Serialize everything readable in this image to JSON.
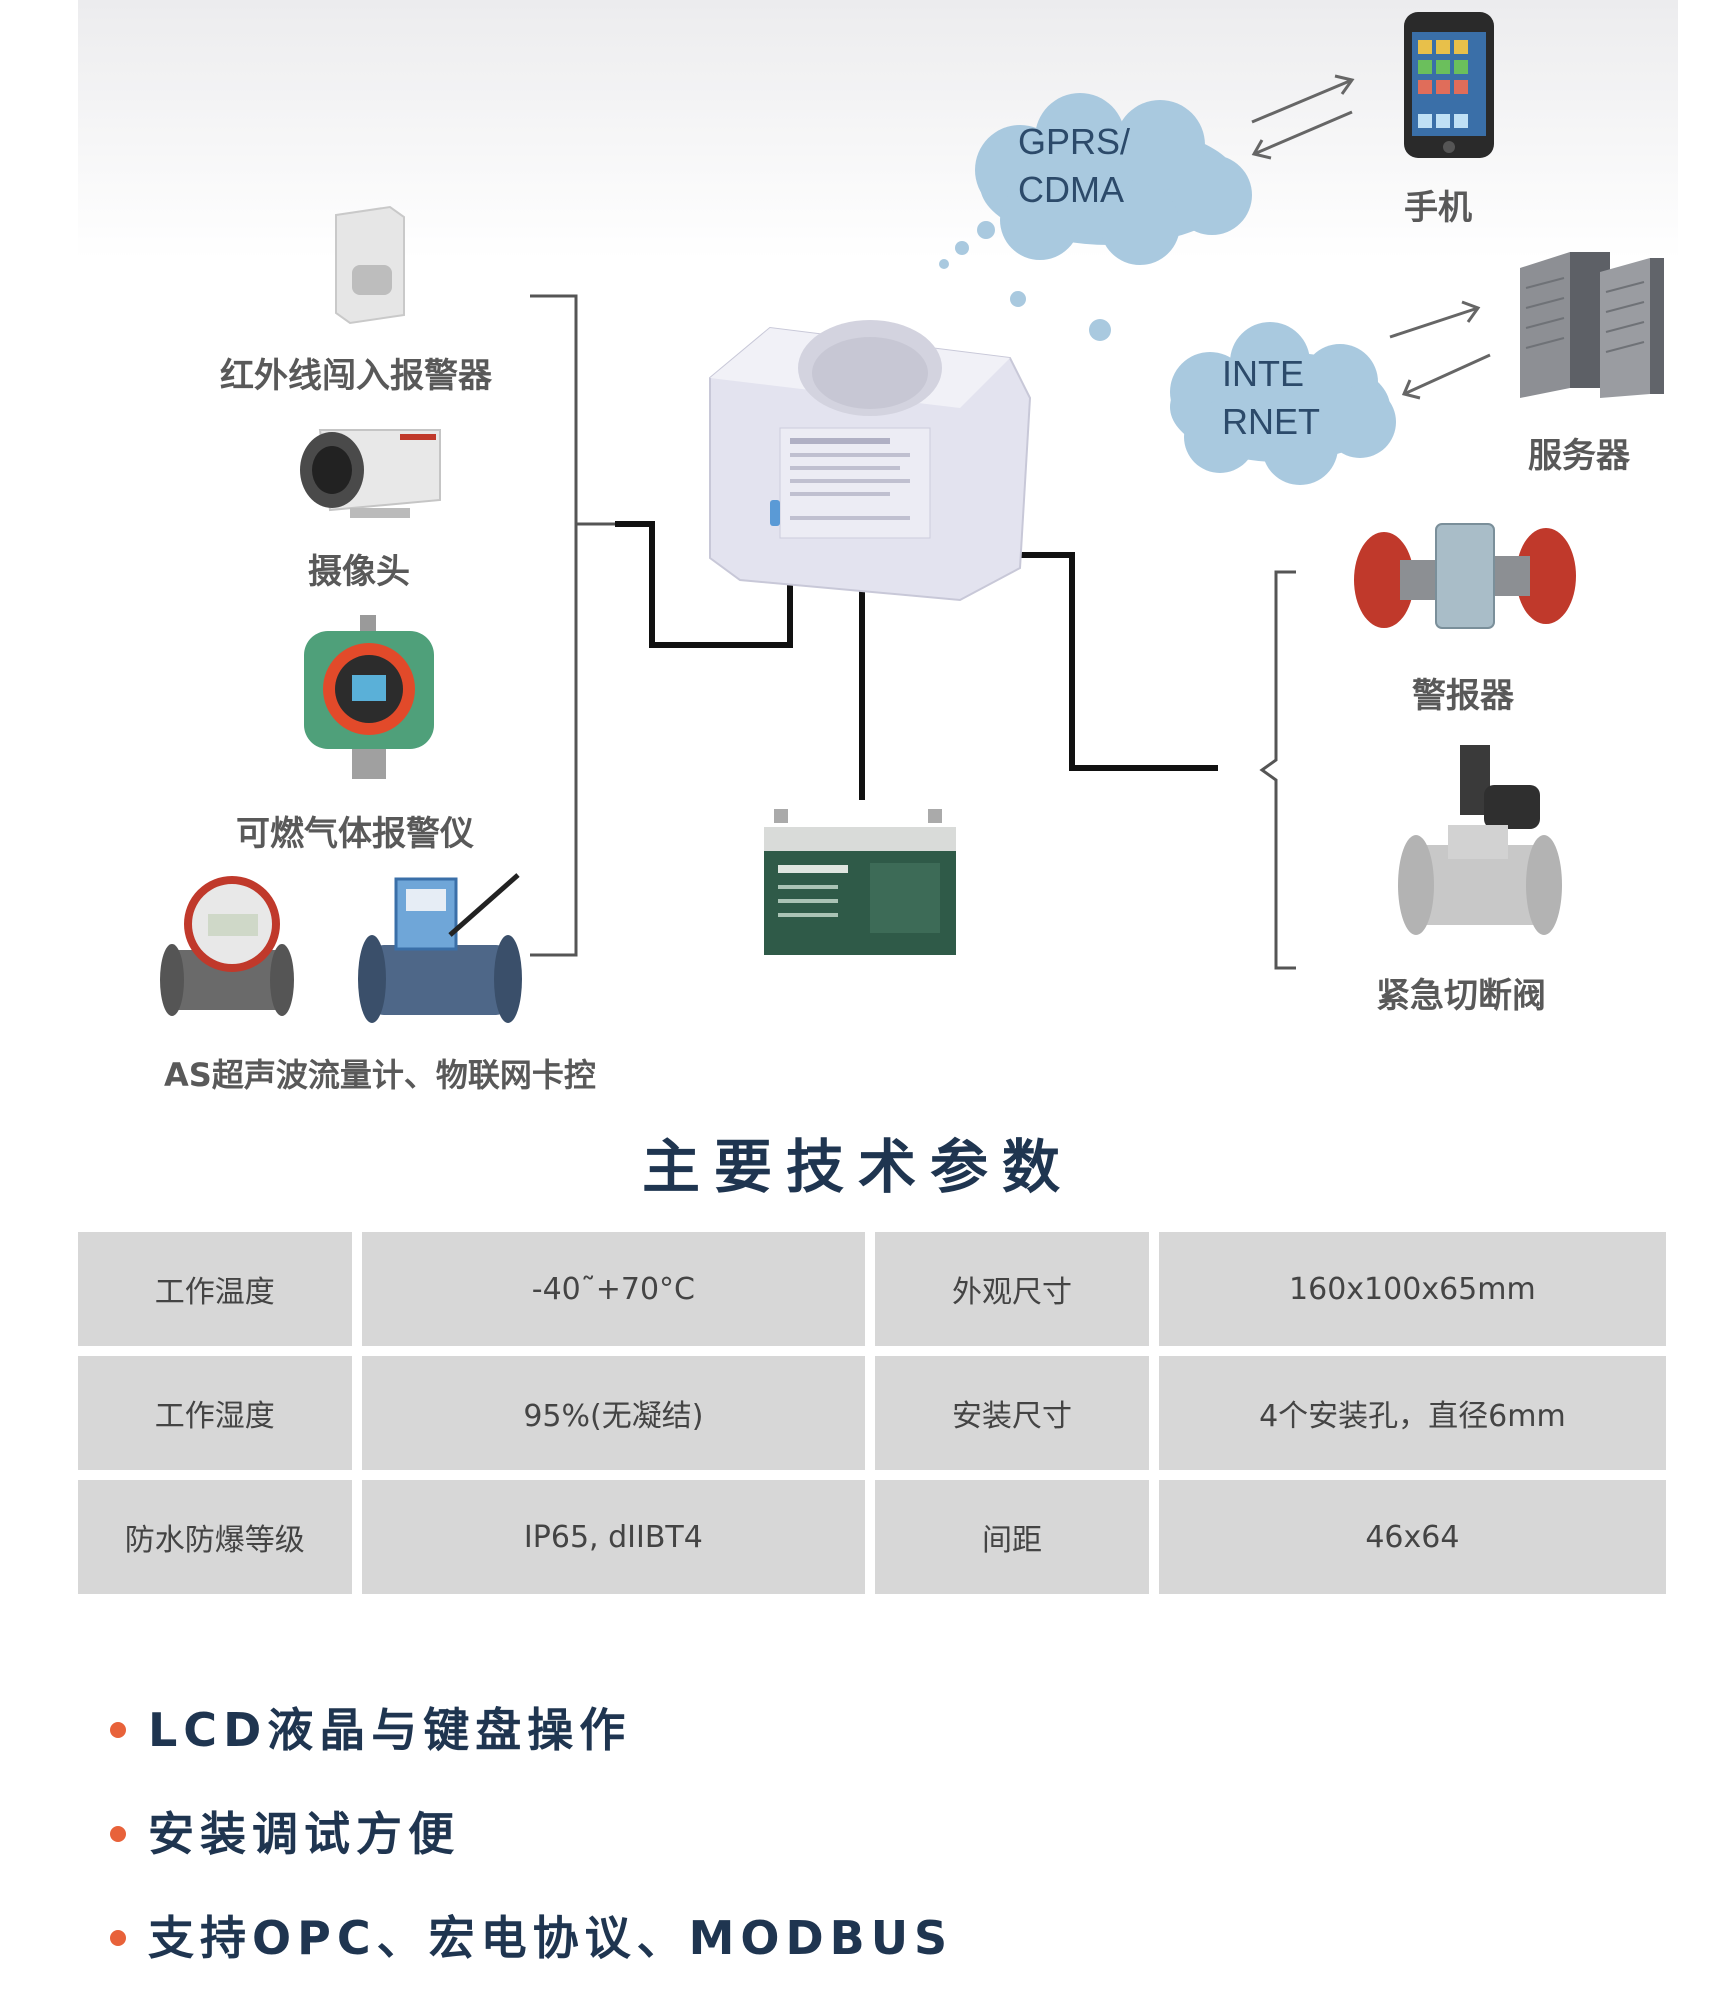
{
  "diagram": {
    "clouds": {
      "gprs": "GPRS/\nCDMA",
      "internet": "INTE\nRNET"
    },
    "left_devices": {
      "infrared": "红外线闯入报警器",
      "camera": "摄像头",
      "gas": "可燃气体报警仪",
      "flowmeter": "AS超声波流量计、物联网卡控"
    },
    "right_devices": {
      "phone": "手机",
      "server": "服务器",
      "alarm": "警报器",
      "valve": "紧急切断阀"
    }
  },
  "section_title": "主要技术参数",
  "spec_table": {
    "rows": [
      [
        "工作温度",
        "-40˜+70°C",
        "外观尺寸",
        "160x100x65mm"
      ],
      [
        "工作湿度",
        "95%(无凝结)",
        "安装尺寸",
        "4个安装孔，直径6mm"
      ],
      [
        "防水防爆等级",
        "IP65, dIIBT4",
        "间距",
        "46x64"
      ]
    ]
  },
  "features": [
    "LCD液晶与键盘操作",
    "安装调试方便",
    "支持OPC、宏电协议、MODBUS"
  ],
  "colors": {
    "title": "#1f3550",
    "bullet": "#e8623a",
    "cloud": "#a9c9df",
    "table_cell": "#d7d7d7"
  }
}
